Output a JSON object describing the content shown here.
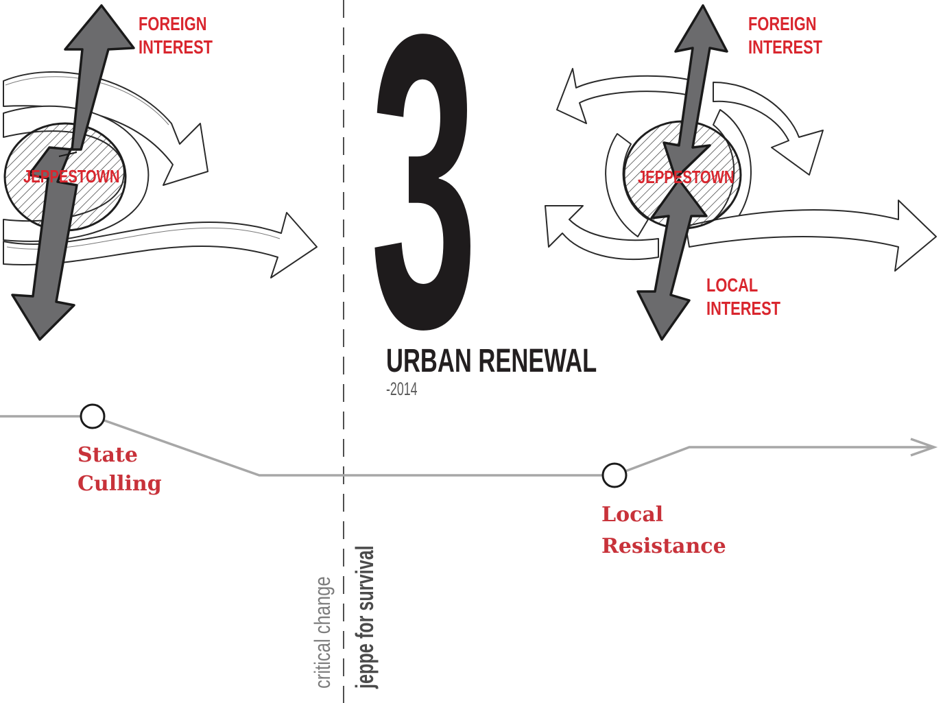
{
  "stage": {
    "number": "3",
    "title": "URBAN RENEWAL",
    "year": "-2014"
  },
  "left_diagram": {
    "top_label_line1": "FOREIGN",
    "top_label_line2": "INTEREST",
    "center_label": "JEPPESTOWN"
  },
  "right_diagram": {
    "top_label_line1": "FOREIGN",
    "top_label_line2": "INTEREST",
    "center_label": "JEPPESTOWN",
    "bottom_label_line1": "LOCAL",
    "bottom_label_line2": "INTEREST"
  },
  "timeline": {
    "events": [
      {
        "line1": "State",
        "line2": "Culling"
      },
      {
        "line1": "Local",
        "line2": "Resistance"
      }
    ]
  },
  "divider": {
    "caption": "critical change",
    "subtitle": "jeppe for survival"
  },
  "colors": {
    "accent_red": "#d9262e",
    "arrow_gray": "#6b6b6d",
    "timeline_gray": "#a7a7a7",
    "ink": "#1e1b1c"
  }
}
